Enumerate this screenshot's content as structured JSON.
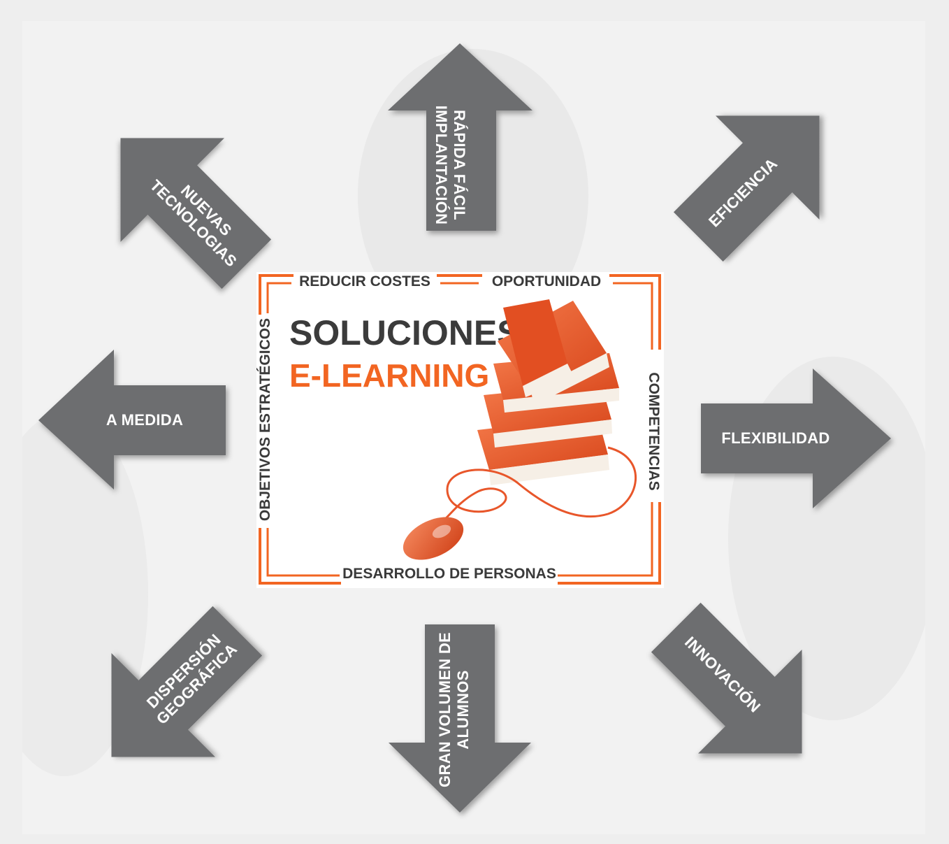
{
  "center": {
    "title": "SOLUCIONES",
    "subtitle": "E-LEARNING",
    "frame_labels": {
      "top_left": "REDUCIR COSTES",
      "top_right": "OPORTUNIDAD",
      "left": "OBJETIVOS ESTRATÉGICOS",
      "right": "COMPETENCIAS",
      "bottom": "DESARROLLO DE PERSONAS"
    }
  },
  "arrows": {
    "up": [
      "RÁPIDA FÁCIL",
      "IMPLANTACIÓN"
    ],
    "up_right": [
      "EFICIENCIA"
    ],
    "right": [
      "FLEXIBILIDAD"
    ],
    "down_right": [
      "INNOVACIÓN"
    ],
    "down": [
      "GRAN VOLUMEN DE",
      "ALUMNOS"
    ],
    "down_left": [
      "DISPERSIÓN",
      "GEOGRÁFICA"
    ],
    "left": [
      "A MEDIDA"
    ],
    "up_left": [
      "NUEVAS",
      "TECNOLOGIAS"
    ]
  },
  "colors": {
    "arrow": "#6d6e70",
    "accent": "#f26522",
    "book": "#e8562a",
    "background": "#f2f2f2"
  },
  "icons": [
    "books-stack-icon",
    "computer-mouse-icon"
  ]
}
